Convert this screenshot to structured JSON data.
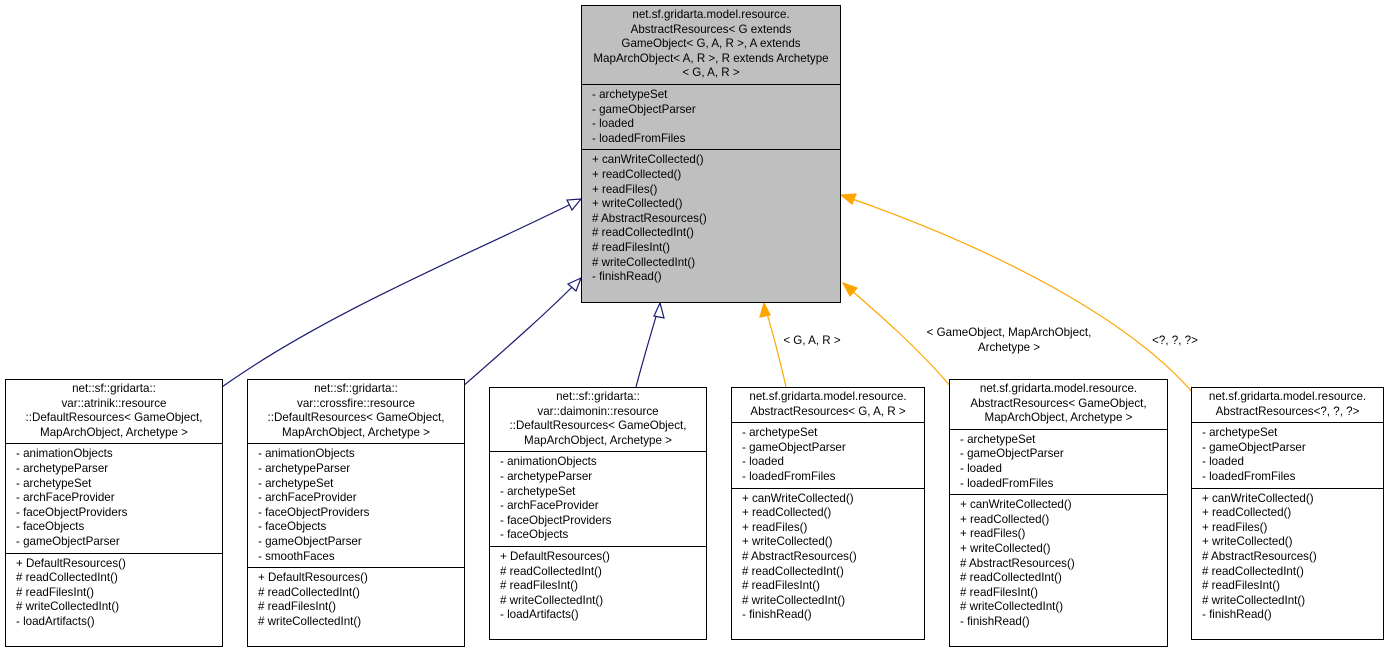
{
  "root": {
    "title": [
      "net.sf.gridarta.model.resource.",
      "AbstractResources< G extends",
      "GameObject< G, A, R >, A extends",
      "MapArchObject< A, R >, R extends Archetype",
      "< G, A, R >"
    ],
    "attributes": [
      "- archetypeSet",
      "- gameObjectParser",
      "- loaded",
      "- loadedFromFiles"
    ],
    "methods": [
      "+ canWriteCollected()",
      "+ readCollected()",
      "+ readFiles()",
      "+ writeCollected()",
      "# AbstractResources()",
      "# readCollectedInt()",
      "# readFilesInt()",
      "# writeCollectedInt()",
      "- finishRead()"
    ]
  },
  "children": [
    {
      "title": [
        "net::sf::gridarta::",
        "var::atrinik::resource",
        "::DefaultResources< GameObject,",
        "MapArchObject, Archetype >"
      ],
      "attributes": [
        "- animationObjects",
        "- archetypeParser",
        "- archetypeSet",
        "- archFaceProvider",
        "- faceObjectProviders",
        "- faceObjects",
        "- gameObjectParser"
      ],
      "methods": [
        "+ DefaultResources()",
        "# readCollectedInt()",
        "# readFilesInt()",
        "# writeCollectedInt()",
        "- loadArtifacts()"
      ]
    },
    {
      "title": [
        "net::sf::gridarta::",
        "var::crossfire::resource",
        "::DefaultResources< GameObject,",
        "MapArchObject, Archetype >"
      ],
      "attributes": [
        "- animationObjects",
        "- archetypeParser",
        "- archetypeSet",
        "- archFaceProvider",
        "- faceObjectProviders",
        "- faceObjects",
        "- gameObjectParser",
        "- smoothFaces"
      ],
      "methods": [
        "+ DefaultResources()",
        "# readCollectedInt()",
        "# readFilesInt()",
        "# writeCollectedInt()"
      ]
    },
    {
      "title": [
        "net::sf::gridarta::",
        "var::daimonin::resource",
        "::DefaultResources< GameObject,",
        "MapArchObject, Archetype >"
      ],
      "attributes": [
        "- animationObjects",
        "- archetypeParser",
        "- archetypeSet",
        "- archFaceProvider",
        "- faceObjectProviders",
        "- faceObjects"
      ],
      "methods": [
        "+ DefaultResources()",
        "# readCollectedInt()",
        "# readFilesInt()",
        "# writeCollectedInt()",
        "- loadArtifacts()"
      ]
    },
    {
      "title": [
        "net.sf.gridarta.model.resource.",
        "AbstractResources< G, A, R >"
      ],
      "attributes": [
        "- archetypeSet",
        "- gameObjectParser",
        "- loaded",
        "- loadedFromFiles"
      ],
      "methods": [
        "+ canWriteCollected()",
        "+ readCollected()",
        "+ readFiles()",
        "+ writeCollected()",
        "# AbstractResources()",
        "# readCollectedInt()",
        "# readFilesInt()",
        "# writeCollectedInt()",
        "- finishRead()"
      ]
    },
    {
      "title": [
        "net.sf.gridarta.model.resource.",
        "AbstractResources< GameObject,",
        "MapArchObject, Archetype >"
      ],
      "attributes": [
        "- archetypeSet",
        "- gameObjectParser",
        "- loaded",
        "- loadedFromFiles"
      ],
      "methods": [
        "+ canWriteCollected()",
        "+ readCollected()",
        "+ readFiles()",
        "+ writeCollected()",
        "# AbstractResources()",
        "# readCollectedInt()",
        "# readFilesInt()",
        "# writeCollectedInt()",
        "- finishRead()"
      ]
    },
    {
      "title": [
        "net.sf.gridarta.model.resource.",
        "AbstractResources<?, ?, ?>"
      ],
      "attributes": [
        "- archetypeSet",
        "- gameObjectParser",
        "- loaded",
        "- loadedFromFiles"
      ],
      "methods": [
        "+ canWriteCollected()",
        "+ readCollected()",
        "+ readFiles()",
        "+ writeCollected()",
        "# AbstractResources()",
        "# readCollectedInt()",
        "# readFilesInt()",
        "# writeCollectedInt()",
        "- finishRead()"
      ]
    }
  ],
  "edge_labels": [
    [
      "< G, A, R >"
    ],
    [
      "< GameObject, MapArchObject,",
      "Archetype >"
    ],
    [
      "<?, ?, ?>"
    ]
  ],
  "colors": {
    "inheritance": "#191970",
    "template": "#ffa500",
    "root_fill": "#bfbfbf"
  }
}
